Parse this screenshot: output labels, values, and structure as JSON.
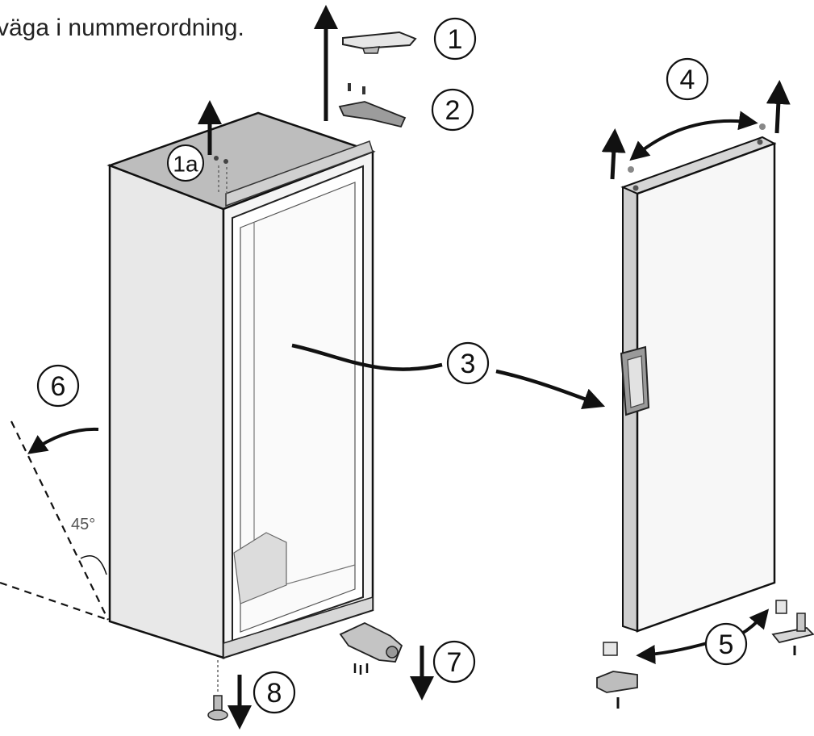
{
  "instruction_text": "väga i nummerordning.",
  "steps": {
    "s1": "1",
    "s1a": "1a",
    "s2": "2",
    "s3": "3",
    "s4": "4",
    "s5": "5",
    "s6": "6",
    "s7": "7",
    "s8": "8"
  },
  "angle_label": "45°"
}
